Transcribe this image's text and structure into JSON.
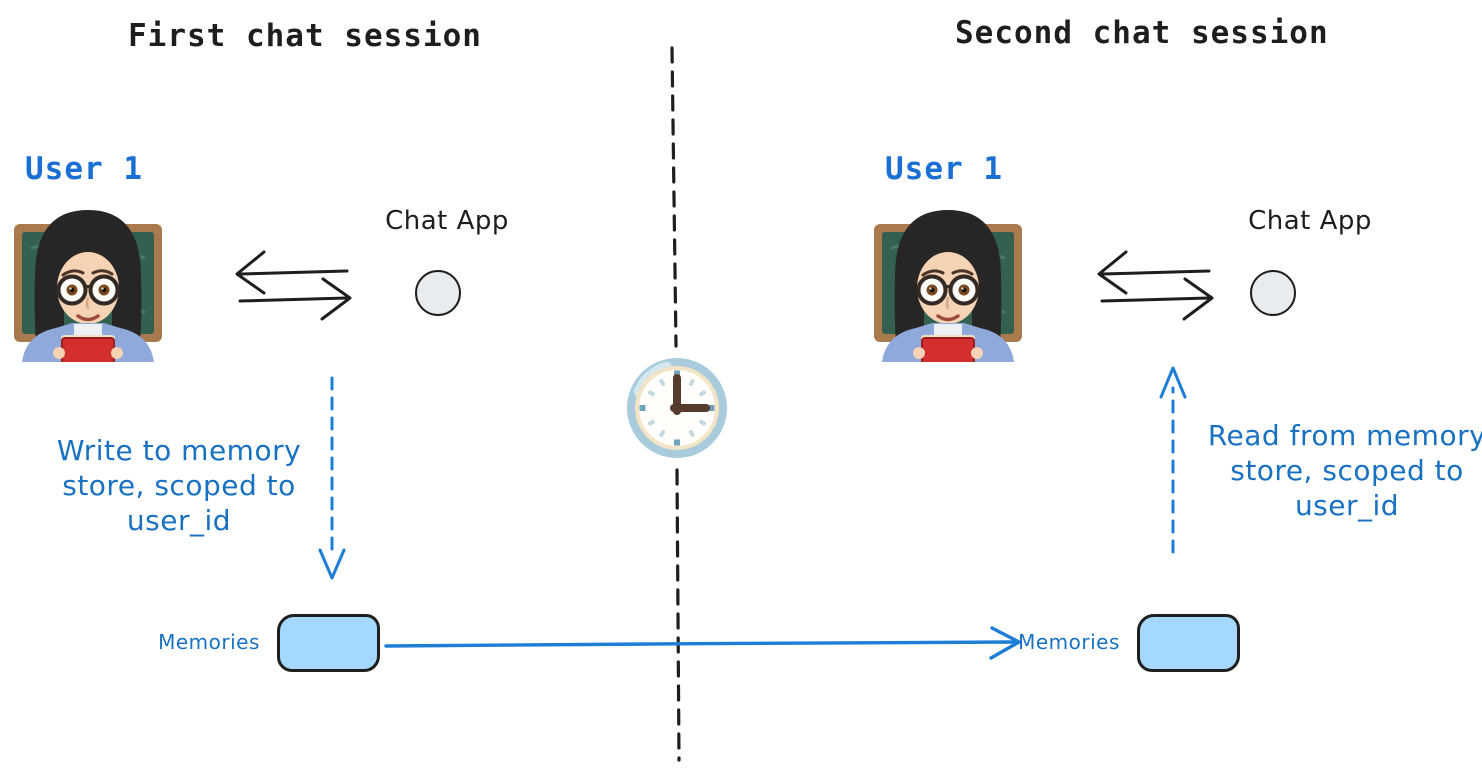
{
  "diagram": {
    "left_session": {
      "title": "First chat session",
      "user_label": "User 1",
      "app_label": "Chat App",
      "memories_label": "Memories",
      "annotation": [
        "Write to memory",
        "store, scoped to",
        "user_id"
      ]
    },
    "right_session": {
      "title": "Second chat session",
      "user_label": "User 1",
      "app_label": "Chat App",
      "memories_label": "Memories",
      "annotation": [
        "Read from memory",
        "store, scoped to",
        "user_id"
      ]
    },
    "icons": {
      "user": "woman-teacher-emoji",
      "app_node": "circle-node",
      "divider_center": "clock-icon",
      "divider": "vertical-dashed-line",
      "chat_arrows": "bidirectional-arrows",
      "memory_write": "dashed-down-arrow",
      "memory_read": "dashed-up-arrow",
      "memory_transfer": "solid-right-arrow"
    },
    "colors": {
      "ink": "#1e1e1e",
      "user_label_blue": "#1a6fd4",
      "annotation_blue": "#1971c2",
      "arrow_blue": "#1c7ed6",
      "memory_box_fill": "#a5d8ff",
      "app_node_fill": "#e9ecef",
      "clock_ring": "#a9cbdc",
      "clock_hands": "#563c2d"
    }
  }
}
